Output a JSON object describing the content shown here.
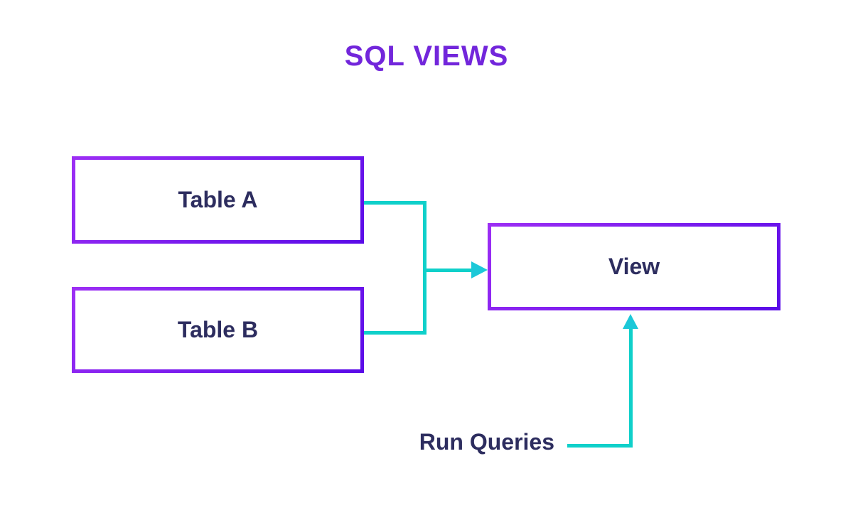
{
  "title": "SQL VIEWS",
  "diagram": {
    "nodes": [
      {
        "id": "table-a",
        "label": "Table A"
      },
      {
        "id": "table-b",
        "label": "Table B"
      },
      {
        "id": "view",
        "label": "View"
      }
    ],
    "edges": [
      {
        "from": "table-a",
        "to": "view",
        "style": "elbow-merge",
        "arrowhead": "right"
      },
      {
        "from": "table-b",
        "to": "view",
        "style": "elbow-merge",
        "arrowhead": "right"
      },
      {
        "from": "run-queries",
        "to": "view",
        "style": "elbow",
        "arrowhead": "up"
      }
    ],
    "annotation": {
      "label": "Run Queries"
    }
  },
  "colors": {
    "title-purple": "#7226DB",
    "box-border-start": "#9C2EF4",
    "box-border-end": "#5A0BE8",
    "node-text-navy": "#2D2D5F",
    "connector-teal": "#0FD0CA",
    "arrowhead-teal": "#1CC8D8",
    "background": "#FFFFFF"
  }
}
